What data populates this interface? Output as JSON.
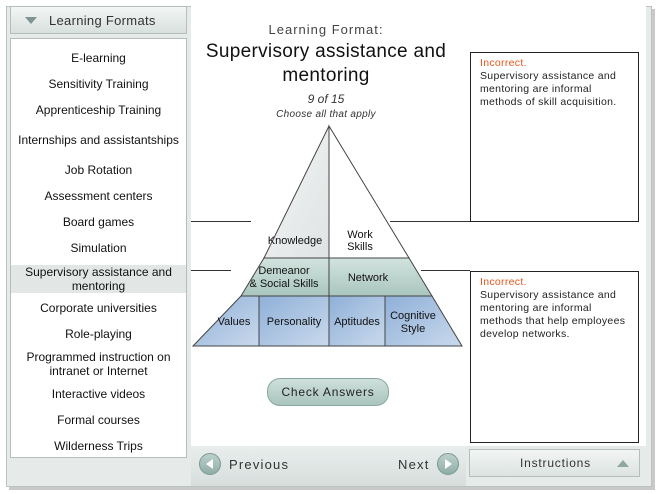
{
  "sidebar": {
    "header": "Learning Formats",
    "items": [
      {
        "label": "E-learning",
        "active": false
      },
      {
        "label": "Sensitivity Training",
        "active": false
      },
      {
        "label": "Apprenticeship Training",
        "active": false
      },
      {
        "label": "Internships and assistantships",
        "active": false
      },
      {
        "label": "Job Rotation",
        "active": false
      },
      {
        "label": "Assessment centers",
        "active": false
      },
      {
        "label": "Board games",
        "active": false
      },
      {
        "label": "Simulation",
        "active": false
      },
      {
        "label": "Supervisory assistance and mentoring",
        "active": true
      },
      {
        "label": "Corporate universities",
        "active": false
      },
      {
        "label": "Role-playing",
        "active": false
      },
      {
        "label": "Programmed instruction on intranet or Internet",
        "active": false
      },
      {
        "label": "Interactive videos",
        "active": false
      },
      {
        "label": "Formal courses",
        "active": false
      },
      {
        "label": "Wilderness Trips",
        "active": false
      }
    ]
  },
  "main": {
    "eyebrow": "Learning Format:",
    "title": "Supervisory assistance and mentoring",
    "counter": "9 of 15",
    "instruction": "Choose all that apply",
    "check_label": "Check Answers"
  },
  "pyramid": {
    "top_row": [
      "Knowledge",
      "Work Skills"
    ],
    "middle_row": [
      "Demeanor & Social Skills",
      "Network"
    ],
    "bottom_row": [
      "Values",
      "Personality",
      "Aptitudes",
      "Cognitive Style"
    ]
  },
  "feedback": [
    {
      "status": "Incorrect.",
      "text": "Supervisory assistance and mentoring are informal methods of skill acquisition."
    },
    {
      "status": "Incorrect.",
      "text": "Supervisory assistance and mentoring are informal methods that help employees develop networks."
    }
  ],
  "navigation": {
    "previous": "Previous",
    "next": "Next",
    "instructions": "Instructions"
  },
  "colors": {
    "accent": "#e8541b",
    "cell_blue": "#a9c2e0",
    "cell_teal": "#c3d9d3"
  }
}
